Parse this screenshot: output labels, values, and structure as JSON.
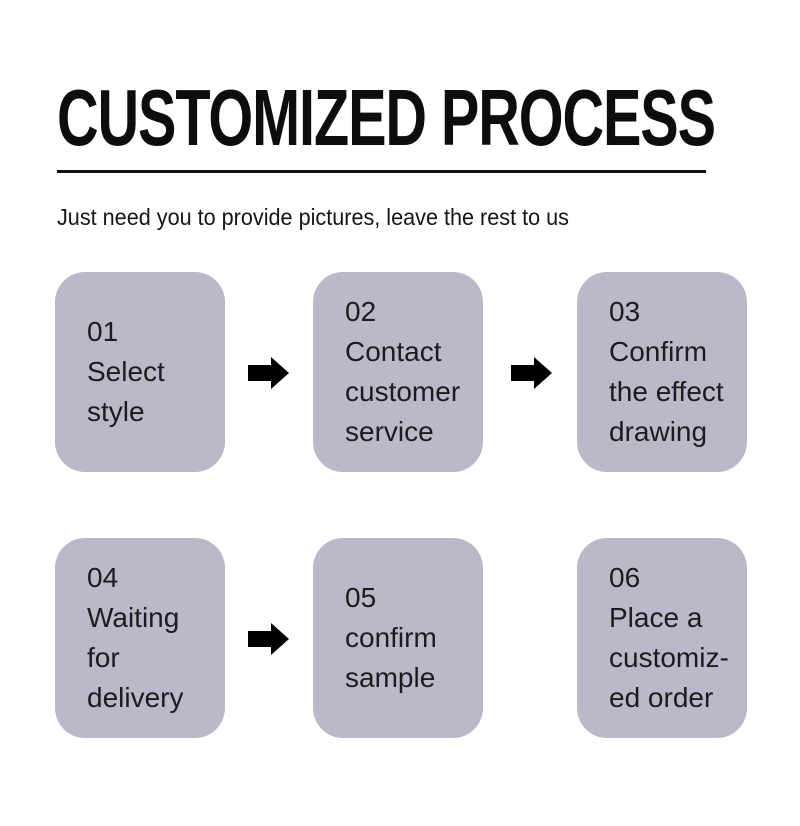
{
  "header": {
    "title": "CUSTOMIZED PROCESS",
    "subtitle": "Just need you to provide pictures, leave the rest to us"
  },
  "steps": [
    {
      "number": "01",
      "label": "Select\nstyle"
    },
    {
      "number": "02",
      "label": "Contact\ncustomer\nservice"
    },
    {
      "number": "03",
      "label": "Confirm\nthe effect\ndrawing"
    },
    {
      "number": "04",
      "label": "Waiting\nfor\ndelivery"
    },
    {
      "number": "05",
      "label": "confirm\nsample"
    },
    {
      "number": "06",
      "label": "Place a\ncustomiz-\ned order"
    }
  ],
  "icons": {
    "arrow": "arrow-right-icon"
  },
  "colors": {
    "card_bg": "#b9b9c9",
    "card_text": "#1c1c1e",
    "title_text": "#0d0d0d",
    "subtitle_text": "#161616",
    "divider": "#121212",
    "arrow": "#000000",
    "page_bg": "#ffffff"
  }
}
